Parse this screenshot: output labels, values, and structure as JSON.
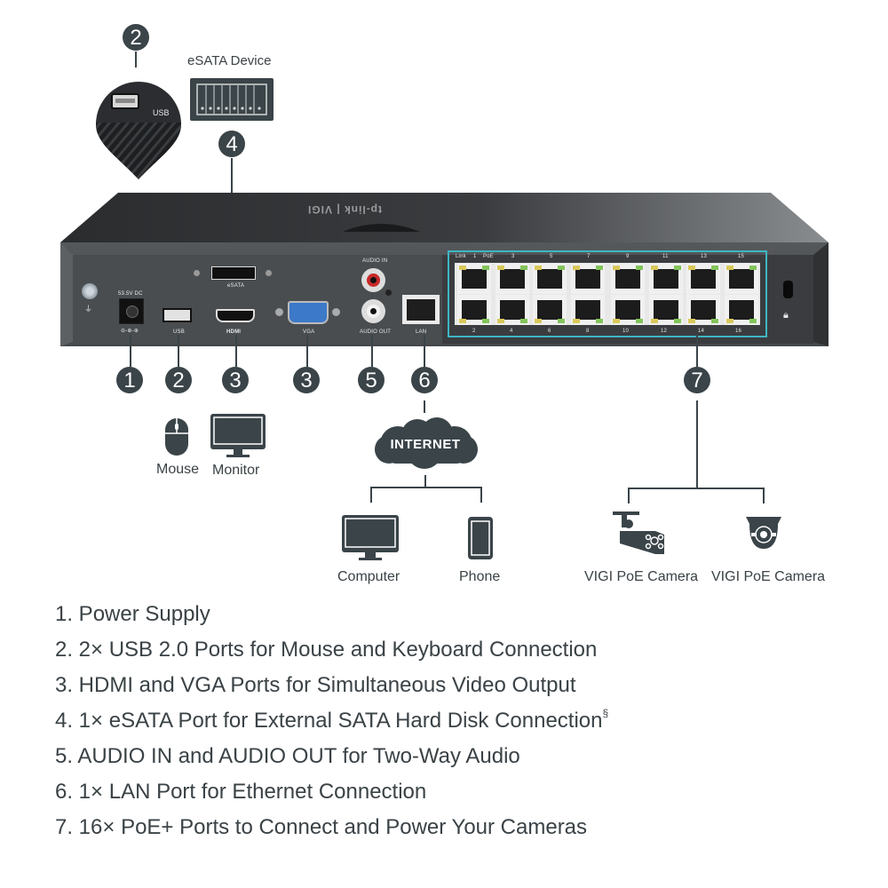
{
  "callouts": {
    "top_usb_badge": "2",
    "top_esata_badge": "4",
    "esata_device_label": "eSATA Device",
    "usb_zoom_label": "USB",
    "bottom_badges": [
      "1",
      "2",
      "3",
      "3",
      "5",
      "6",
      "7"
    ]
  },
  "device": {
    "brand_logo_text": "tp-link | VIGI",
    "panel_labels": {
      "power_rating": "53.5V DC",
      "esata": "eSATA",
      "audio_in": "AUDIO IN",
      "audio_out": "AUDIO OUT",
      "usb": "USB",
      "hdmi": "HDMI",
      "vga": "VGA",
      "lan": "LAN",
      "poe_header": [
        "Link",
        "1",
        "PoE",
        "3",
        "5",
        "7",
        "9",
        "11",
        "13",
        "15"
      ],
      "poe_bottom": [
        "2",
        "4",
        "6",
        "8",
        "10",
        "12",
        "14",
        "16"
      ]
    },
    "accent_color": "#3fb6c3",
    "body_color": "#4a4d50"
  },
  "peripherals": {
    "mouse": "Mouse",
    "monitor": "Monitor",
    "internet": "INTERNET",
    "computer": "Computer",
    "phone": "Phone",
    "camera_bullet": "VIGI PoE Camera",
    "camera_turret": "VIGI PoE Camera"
  },
  "features": [
    {
      "text": "1. Power Supply"
    },
    {
      "text": "2. 2× USB 2.0 Ports for Mouse and Keyboard Connection"
    },
    {
      "text": "3. HDMI and VGA Ports for Simultaneous Video Output"
    },
    {
      "text": "4. 1× eSATA Port for External SATA Hard Disk Connection",
      "footnote": "§"
    },
    {
      "text": "5. AUDIO IN and AUDIO OUT for Two-Way Audio"
    },
    {
      "text": "6. 1× LAN Port for Ethernet Connection"
    },
    {
      "text": "7. 16× PoE+ Ports to Connect and Power Your Cameras"
    }
  ]
}
